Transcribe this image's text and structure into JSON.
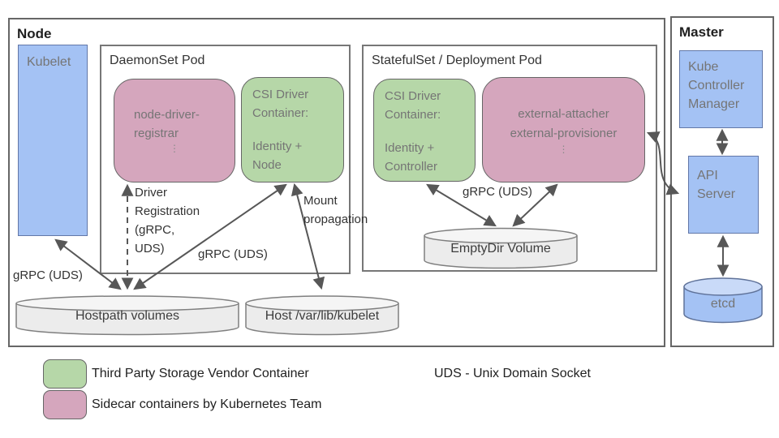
{
  "colors": {
    "blue_fill": "#a4c2f4",
    "blue_cylinder_top": "#c9daf8",
    "green_fill": "#b6d7a8",
    "pink_fill": "#d5a6bd",
    "gray_cylinder_fill": "#efefef",
    "line_color": "#575757"
  },
  "node": {
    "label": "Node",
    "kubelet": {
      "label": "Kubelet"
    },
    "daemonset_pod": {
      "label": "DaemonSet Pod",
      "registrar": {
        "lines": [
          "node-driver-",
          "registrar"
        ],
        "ellipsis": "⋮"
      },
      "csi_container": {
        "title_lines": [
          "CSI Driver",
          "Container:"
        ],
        "body_lines": [
          "Identity +",
          "Node"
        ]
      }
    },
    "statefulset_pod": {
      "label": "StatefulSet / Deployment Pod",
      "csi_container": {
        "title_lines": [
          "CSI Driver",
          "Container:"
        ],
        "body_lines": [
          "Identity +",
          "Controller"
        ]
      },
      "sidecars": {
        "lines": [
          "external-attacher",
          "external-provisioner"
        ],
        "ellipsis": "⋮"
      },
      "emptydir": {
        "label": "EmptyDir Volume"
      },
      "grpc_label": "gRPC (UDS)"
    },
    "hostpath": {
      "label": "Hostpath volumes"
    },
    "host_kubelet_dir": {
      "label": "Host /var/lib/kubelet"
    },
    "labels": {
      "grpc_uds_left": "gRPC (UDS)",
      "driver_registration_lines": [
        "Driver",
        "Registration",
        "(gRPC,",
        "UDS)"
      ],
      "grpc_uds_diagonal": "gRPC (UDS)",
      "mount_propagation_lines": [
        "Mount",
        "propagation"
      ]
    }
  },
  "master": {
    "label": "Master",
    "kube_controller_manager_lines": [
      "Kube",
      "Controller",
      "Manager"
    ],
    "api_server_lines": [
      "API",
      "Server"
    ],
    "etcd_label": "etcd"
  },
  "legend": {
    "green_label": "Third Party Storage Vendor Container",
    "pink_label": "Sidecar containers by Kubernetes Team",
    "uds_note": "UDS - Unix Domain Socket"
  }
}
